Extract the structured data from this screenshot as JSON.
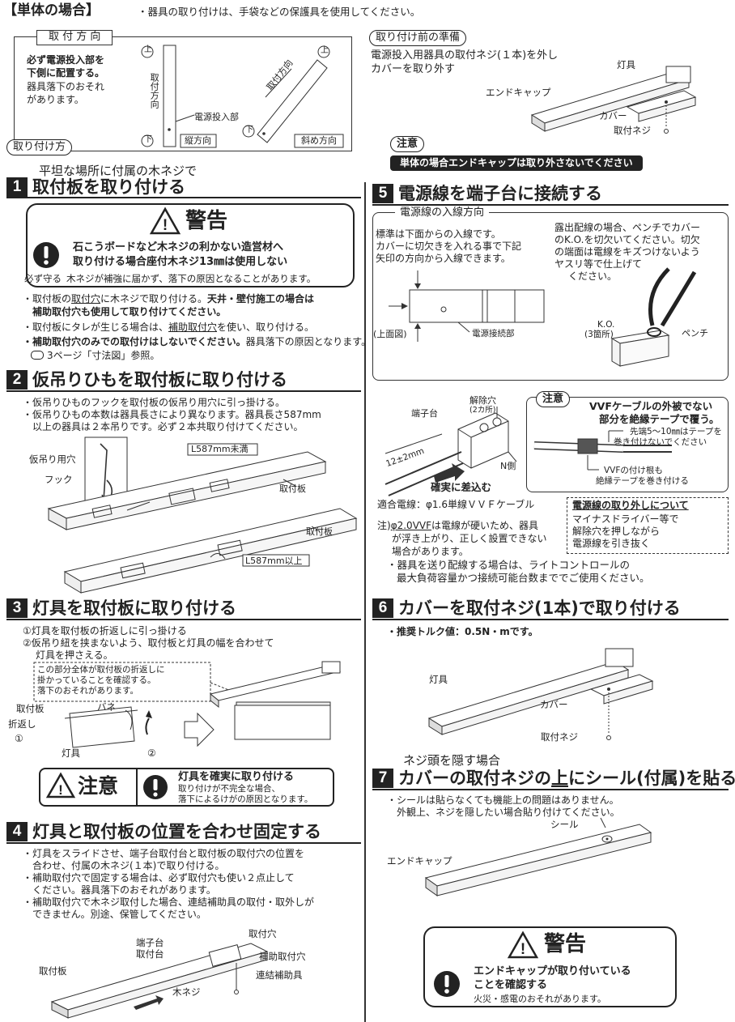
{
  "header": {
    "title": "【単体の場合】",
    "note": "・器具の取り付けは、手袋などの保護具を使用してください。"
  },
  "direction": {
    "label": "取 付 方 向",
    "warn1": "必ず電源投入部を",
    "warn2": "下側に配置する。",
    "warn3": "器具落下のおそれ",
    "warn4": "があります。",
    "vertical_axis": "取付方向",
    "slant_axis": "取付方向",
    "power": "電源投入部",
    "vertical": "縦方向",
    "slant": "斜め方向",
    "up": "上",
    "down": "下"
  },
  "install_method": "取り付け方",
  "step1": {
    "pre": "平坦な場所に付属の木ネジで",
    "num": "1",
    "title": "取付板を取り付ける"
  },
  "warning1": {
    "title": "警告",
    "line1": "石こうボードなど木ネジの利かない造営材へ",
    "line2": "取り付ける場合座付木ネジ13㎜は使用しない",
    "must": "必ず守る",
    "line3": "木ネジが補強に届かず、落下の原因となることがあります。"
  },
  "step1_notes": {
    "n1a": "・取付板の",
    "n1u": "取付穴",
    "n1b": "に木ネジで取り付ける。",
    "n1c": "天井・壁付施工の場合は",
    "n2": "補助取付穴も使用して取り付けてください。",
    "n3a": "・取付板にタレが生じる場合は、",
    "n3u": "補助取付穴",
    "n3b": "を使い、取り付ける。",
    "n4a": "・補助取付穴のみでの取付けはしないでください。",
    "n4b": "器具落下の原因となります。",
    "n5": "3ページ「寸法図」参照。"
  },
  "step2": {
    "num": "2",
    "title": "仮吊りひもを取付板に取り付ける",
    "n1": "・仮吊りひものフックを取付板の仮吊り用穴に引っ掛ける。",
    "n2": "・仮吊りひもの本数は器具長さにより異なります。器具長さ587mm",
    "n3": "以上の器具は２本吊りです。必ず２本共取り付けてください。",
    "hole": "仮吊り用穴",
    "hook": "フック",
    "under": "L587mm未満",
    "plate1": "取付板",
    "plate2": "取付板",
    "over": "L587mm以上"
  },
  "step3": {
    "num": "3",
    "title": "灯具を取付板に取り付ける",
    "n1": "①灯具を取付板の折返しに引っ掛ける",
    "n2": "②仮吊り紐を挟まないよう、取付板と灯具の幅を合わせて",
    "n3": "灯具を押さえる。",
    "box1": "この部分全体が取付板の折返しに",
    "box2": "掛かっていることを確認する。",
    "box3": "落下のおそれがあります。",
    "plate": "取付板",
    "spring": "バネ",
    "fold": "折返し",
    "c1": "①",
    "fixture": "灯具",
    "c2": "②"
  },
  "caution1": {
    "title": "注意",
    "line1": "灯具を確実に取り付ける",
    "line2": "取り付けが不完全な場合、",
    "line3": "落下によるけがの原因となります。"
  },
  "step4": {
    "num": "4",
    "title": "灯具と取付板の位置を合わせ固定する",
    "n1": "・灯具をスライドさせ、端子台取付台と取付板の取付穴の位置を",
    "n2": "合わせ、付属の木ネジ(１本)で取り付ける。",
    "n3": "・補助取付穴で固定する場合は、必ず取付穴も使い２点止して",
    "n4": "ください。器具落下のおそれがあります。",
    "n5": "・補助取付穴で木ネジ取付した場合、連結補助具の取付・取外しが",
    "n6": "できません。別途、保管してください。",
    "terminal": "端子台",
    "terminal2": "取付台",
    "hole": "取付穴",
    "aux": "補助取付穴",
    "link": "連結補助具",
    "plate": "取付板",
    "screw": "木ネジ"
  },
  "prep": {
    "label": "取り付け前の準備",
    "l1": "電源投入用器具の取付ネジ(１本)を外し",
    "l2": "カバーを取り外す",
    "fixture": "灯具",
    "endcap": "エンドキャップ",
    "cover": "カバー",
    "screw": "取付ネジ"
  },
  "caution2": {
    "label": "注意",
    "text": "単体の場合エンドキャップは取り外さないでください"
  },
  "step5": {
    "num": "5",
    "title": "電源線を端子台に接続する",
    "dir": "電源線の入線方向",
    "l1": "標準は下面からの入線です。",
    "l2": "カバーに切欠きを入れる事で下記",
    "l3": "矢印の方向から入線できます。",
    "r1": "露出配線の場合、ペンチでカバー",
    "r2": "のK.O.を切欠いてください。切欠",
    "r3": "の端面は電線をキズつけないよう",
    "r4": "ヤスリ等で仕上げて",
    "r5": "ください。",
    "top": "(上面図)",
    "power": "電源接続部",
    "ko": "K.O.",
    "ko2": "(3箇所)",
    "pliers": "ペンチ",
    "terminal": "端子台",
    "release": "解除穴",
    "release2": "(2カ所)",
    "dim": "12±2mm",
    "nside": "N側",
    "insert": "確実に差込む",
    "wire": "適合電線：φ1.6単線ＶＶＦケーブル",
    "note1a": "注)",
    "note1u": "φ2.0VVF",
    "note1b": "は電線が硬いため、器具",
    "note2": "が浮き上がり、正しく設置できない",
    "note3": "場合があります。",
    "remove_t": "電源線の取り外しについて",
    "remove1": "マイナスドライバー等で",
    "remove2": "解除穴を押しながら",
    "remove3": "電源線を引き抜く",
    "caution": "注意",
    "vvf1": "VVFケーブルの外被でない",
    "vvf2": "部分を絶縁テープで覆う。",
    "tape1": "先端5～10㎜はテープを",
    "tape2": "巻き付けないでください",
    "tape3": "VVFの付け根も",
    "tape4": "絶縁テープを巻き付ける",
    "send1": "・器具を送り配線する場合は、ライトコントロールの",
    "send2": "最大負荷容量かつ接続可能台数まででご使用ください。"
  },
  "step6": {
    "num": "6",
    "title": "カバーを取付ネジ(1本)で取り付ける",
    "torque": "・推奨トルク値：0.5N・mです。",
    "fixture": "灯具",
    "cover": "カバー",
    "screw": "取付ネジ"
  },
  "step7": {
    "pre": "ネジ頭を隠す場合",
    "num": "7",
    "title_a": "カバーの取付ネジの",
    "title_u": "上",
    "title_b": "にシール(付属)を貼る",
    "n1": "・シールは貼らなくても機能上の問題はありません。",
    "n2": "外観上、ネジを隠したい場合貼り付けてください。",
    "seal": "シール",
    "endcap": "エンドキャップ"
  },
  "warning2": {
    "title": "警告",
    "line1": "エンドキャップが取り付いている",
    "line2": "ことを確認する",
    "line3": "火災・感電のおそれがあります。"
  }
}
